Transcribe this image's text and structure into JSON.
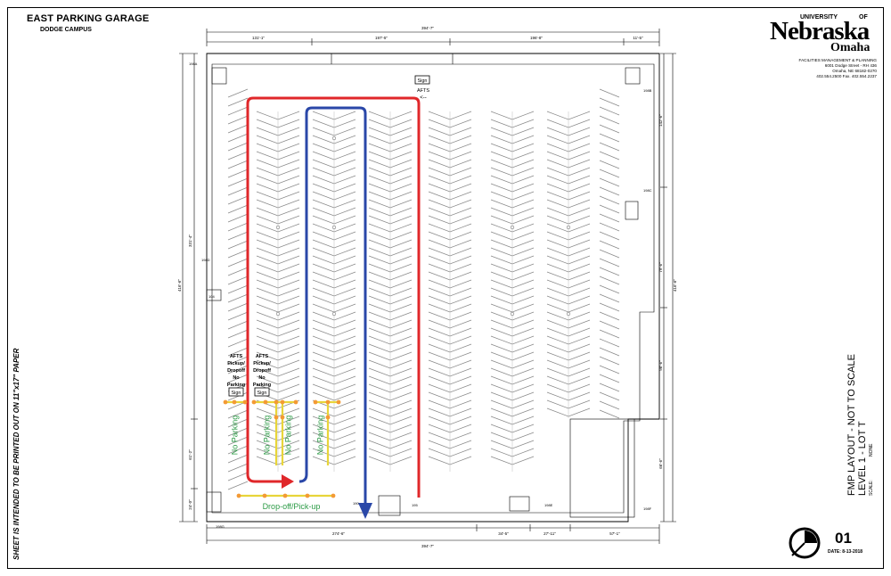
{
  "title_block": {
    "title": "EAST PARKING GARAGE",
    "campus": "DODGE CAMPUS",
    "side_note": "SHEET IS INTENDED TO BE PRINTED OUT ON 11\"x17\" PAPER",
    "layout_title": "FMP LAYOUT - NOT TO SCALE",
    "level": "LEVEL 1 - LOT T",
    "scale_label": "SCALE:",
    "scale_value": "NONE",
    "sheet_number": "01",
    "date": "DATE: 8-13-2018"
  },
  "logo": {
    "university": "UNIVERSITY",
    "of": "OF",
    "name": "Nebraska",
    "city": "Omaha",
    "department": "FACILITIES MANAGEMENT & PLANNING",
    "address1": "6001 Dodge Street - RH 436",
    "address2": "Omaha, NE 68182-0270",
    "phone": "402.554.2500 Fax. 402.554.2237"
  },
  "plan": {
    "sign_top": "Sign",
    "afts_top": "AFTS",
    "arrow_top": "<--",
    "pickup_note_1": [
      "AFTS",
      "Pickup/",
      "Dropoff",
      "No",
      "Parking"
    ],
    "pickup_note_2": [
      "AFTS",
      "Pickup/",
      "Dropoff",
      "No",
      "Parking"
    ],
    "sign_1": "Sign",
    "sign_2": "Sign",
    "no_parking": "No Parking",
    "dropoff_label": "Drop-off/Pick-up",
    "colors": {
      "entry_route": "#e0272a",
      "exit_route": "#2a47a8",
      "yellow_line": "#e8d53a",
      "orange_dot": "#f39a35",
      "green_text": "#2c9b46"
    }
  },
  "dimensions": {
    "top_overall": "394'-7\"",
    "top_1": "131'-1\"",
    "top_2": "197'-5\"",
    "top_3": "196'-8\"",
    "top_4": "11'-5\"",
    "bottom_overall": "394'-7\"",
    "bottom_1": "274'-6\"",
    "bottom_2": "34'-5\"",
    "bottom_3": "27'-11\"",
    "bottom_4": "57'-1\"",
    "left_overall": "416'-6\"",
    "left_1": "331'-4\"",
    "left_2": "61'-2\"",
    "left_3": "24'-0\"",
    "right_overall": "416'-6\"",
    "right_1": "142'-6\"",
    "right_2": "79'-6\"",
    "right_3": "98'-6\"",
    "right_4": "66'-6\""
  },
  "room_tags": [
    "198A",
    "198B",
    "198C",
    "198D",
    "198E",
    "198F",
    "104",
    "190",
    "195",
    "198G"
  ]
}
